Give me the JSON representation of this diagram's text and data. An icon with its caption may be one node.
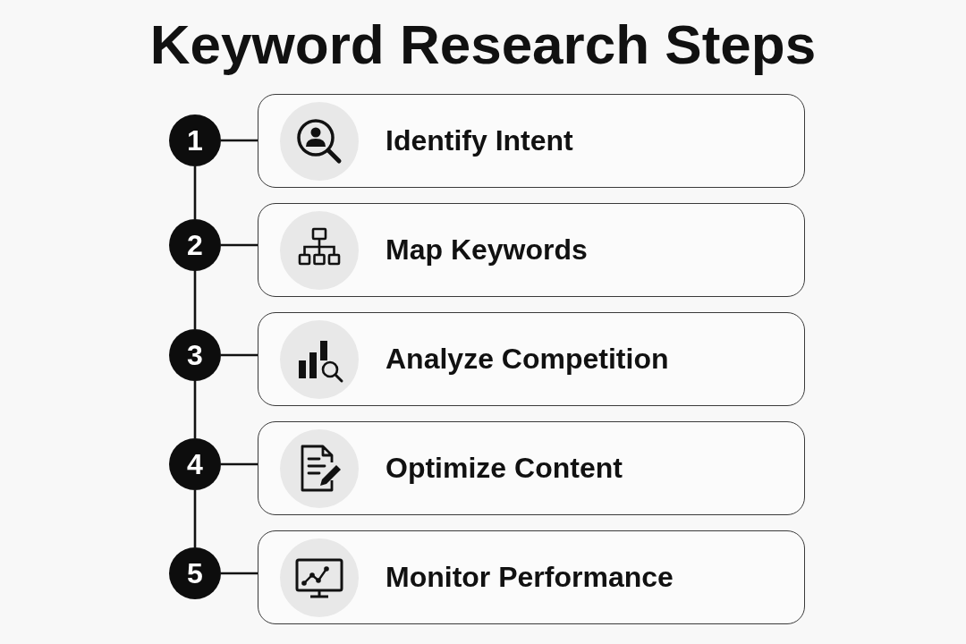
{
  "diagram": {
    "title": "Keyword Research Steps",
    "nodes": [
      {
        "text": [
          "1"
        ]
      },
      {
        "text": [
          "Identify Intent"
        ]
      },
      {
        "text": [
          "2"
        ]
      },
      {
        "text": [
          "Map Keywords"
        ]
      },
      {
        "text": [
          "3"
        ]
      },
      {
        "text": [
          "Analyze Competition"
        ]
      },
      {
        "text": [
          "4"
        ]
      },
      {
        "text": [
          "Optimize Content"
        ]
      },
      {
        "text": [
          "5"
        ]
      },
      {
        "text": [
          "Monitor Performance"
        ]
      }
    ],
    "edges": [
      {
        "from": 0,
        "to": 1,
        "arrow": "none"
      },
      {
        "from": 0,
        "to": 2,
        "arrow": "none"
      },
      {
        "from": 2,
        "to": 3,
        "arrow": "none"
      },
      {
        "from": 2,
        "to": 4,
        "arrow": "none"
      },
      {
        "from": 4,
        "to": 5,
        "arrow": "none"
      },
      {
        "from": 4,
        "to": 6,
        "arrow": "none"
      },
      {
        "from": 6,
        "to": 7,
        "arrow": "none"
      },
      {
        "from": 6,
        "to": 8,
        "arrow": "none"
      },
      {
        "from": 8,
        "to": 9,
        "arrow": "none"
      }
    ]
  }
}
